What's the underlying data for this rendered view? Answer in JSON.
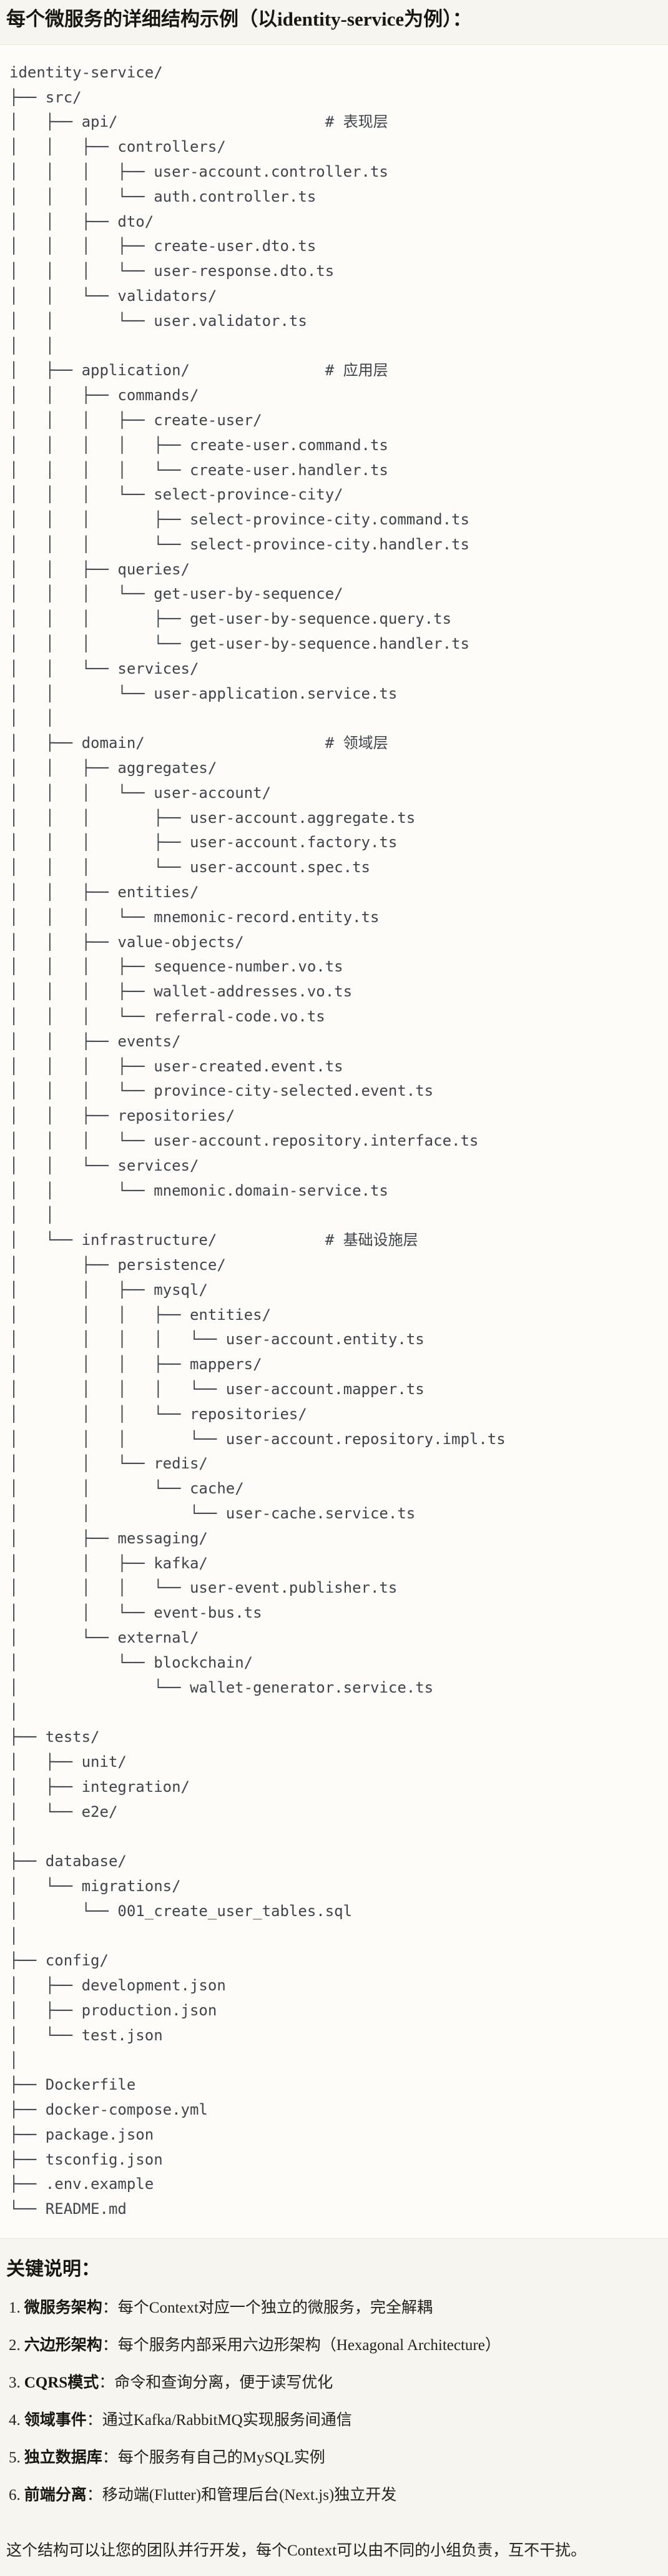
{
  "page": {
    "title": "每个微服务的详细结构示例（以identity-service为例）："
  },
  "code_block": {
    "lines": [
      "identity-service/",
      "├── src/",
      "│   ├── api/                       # 表现层",
      "│   │   ├── controllers/",
      "│   │   │   ├── user-account.controller.ts",
      "│   │   │   └── auth.controller.ts",
      "│   │   ├── dto/",
      "│   │   │   ├── create-user.dto.ts",
      "│   │   │   └── user-response.dto.ts",
      "│   │   └── validators/",
      "│   │       └── user.validator.ts",
      "│   │",
      "│   ├── application/               # 应用层",
      "│   │   ├── commands/",
      "│   │   │   ├── create-user/",
      "│   │   │   │   ├── create-user.command.ts",
      "│   │   │   │   └── create-user.handler.ts",
      "│   │   │   └── select-province-city/",
      "│   │   │       ├── select-province-city.command.ts",
      "│   │   │       └── select-province-city.handler.ts",
      "│   │   ├── queries/",
      "│   │   │   └── get-user-by-sequence/",
      "│   │   │       ├── get-user-by-sequence.query.ts",
      "│   │   │       └── get-user-by-sequence.handler.ts",
      "│   │   └── services/",
      "│   │       └── user-application.service.ts",
      "│   │",
      "│   ├── domain/                    # 领域层",
      "│   │   ├── aggregates/",
      "│   │   │   └── user-account/",
      "│   │   │       ├── user-account.aggregate.ts",
      "│   │   │       ├── user-account.factory.ts",
      "│   │   │       └── user-account.spec.ts",
      "│   │   ├── entities/",
      "│   │   │   └── mnemonic-record.entity.ts",
      "│   │   ├── value-objects/",
      "│   │   │   ├── sequence-number.vo.ts",
      "│   │   │   ├── wallet-addresses.vo.ts",
      "│   │   │   └── referral-code.vo.ts",
      "│   │   ├── events/",
      "│   │   │   ├── user-created.event.ts",
      "│   │   │   └── province-city-selected.event.ts",
      "│   │   ├── repositories/",
      "│   │   │   └── user-account.repository.interface.ts",
      "│   │   └── services/",
      "│   │       └── mnemonic.domain-service.ts",
      "│   │",
      "│   └── infrastructure/            # 基础设施层",
      "│       ├── persistence/",
      "│       │   ├── mysql/",
      "│       │   │   ├── entities/",
      "│       │   │   │   └── user-account.entity.ts",
      "│       │   │   ├── mappers/",
      "│       │   │   │   └── user-account.mapper.ts",
      "│       │   │   └── repositories/",
      "│       │   │       └── user-account.repository.impl.ts",
      "│       │   └── redis/",
      "│       │       └── cache/",
      "│       │           └── user-cache.service.ts",
      "│       ├── messaging/",
      "│       │   ├── kafka/",
      "│       │   │   └── user-event.publisher.ts",
      "│       │   └── event-bus.ts",
      "│       └── external/",
      "│           └── blockchain/",
      "│               └── wallet-generator.service.ts",
      "│",
      "├── tests/",
      "│   ├── unit/",
      "│   ├── integration/",
      "│   └── e2e/",
      "│",
      "├── database/",
      "│   └── migrations/",
      "│       └── 001_create_user_tables.sql",
      "│",
      "├── config/",
      "│   ├── development.json",
      "│   ├── production.json",
      "│   └── test.json",
      "│",
      "├── Dockerfile",
      "├── docker-compose.yml",
      "├── package.json",
      "├── tsconfig.json",
      "├── .env.example",
      "└── README.md"
    ]
  },
  "notes": {
    "heading": "关键说明：",
    "items": [
      {
        "num": "1.",
        "label": "微服务架构",
        "text": "：每个Context对应一个独立的微服务，完全解耦"
      },
      {
        "num": "2.",
        "label": "六边形架构",
        "text": "：每个服务内部采用六边形架构（Hexagonal Architecture）"
      },
      {
        "num": "3.",
        "label": "CQRS模式",
        "text": "：命令和查询分离，便于读写优化"
      },
      {
        "num": "4.",
        "label": "领域事件",
        "text": "：通过Kafka/RabbitMQ实现服务间通信"
      },
      {
        "num": "5.",
        "label": "独立数据库",
        "text": "：每个服务有自己的MySQL实例"
      },
      {
        "num": "6.",
        "label": "前端分离",
        "text": "：移动端(Flutter)和管理后台(Next.js)独立开发"
      }
    ],
    "footer": "这个结构可以让您的团队并行开发，每个Context可以由不同的小组负责，互不干扰。"
  },
  "colors": {
    "page_background": "#f7f5ef",
    "code_background": "#fdfcf8",
    "code_border": "#e7e4da",
    "code_text": "#3f434a",
    "body_text": "#23221d"
  }
}
